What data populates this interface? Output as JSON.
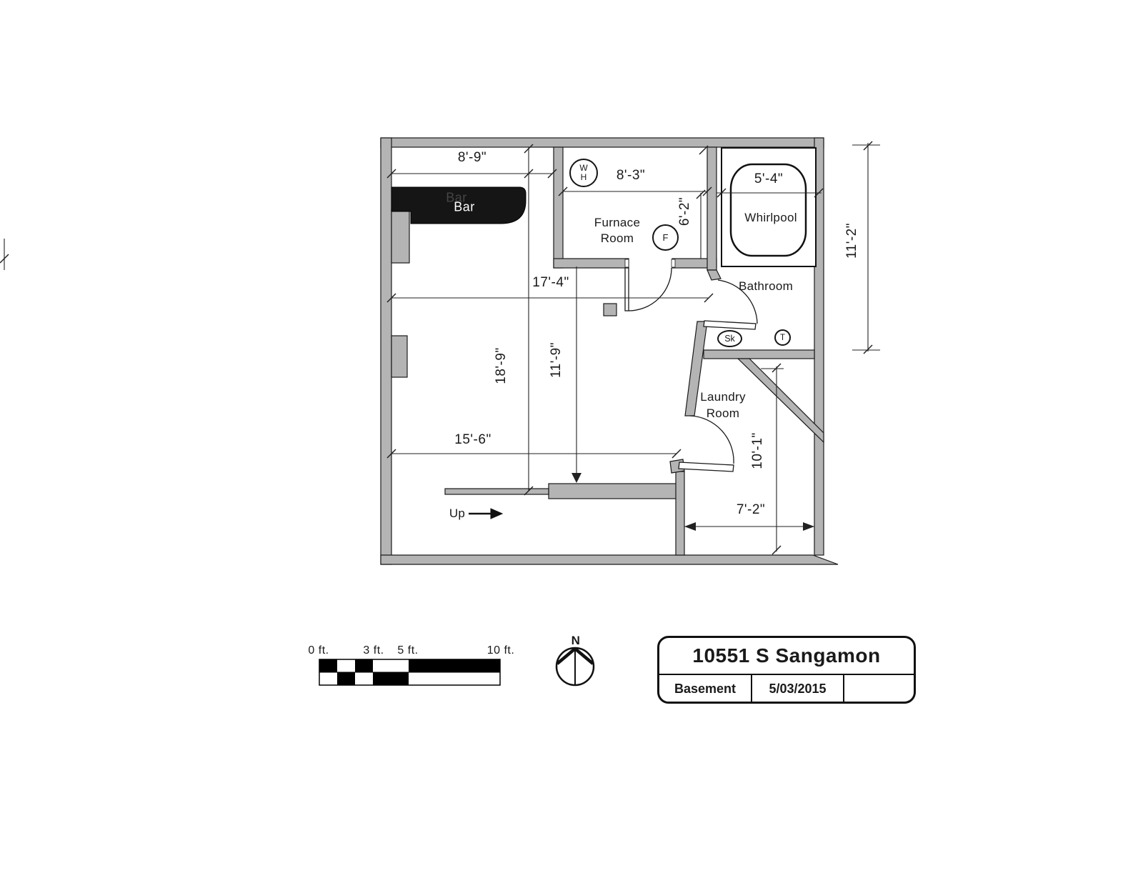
{
  "plan": {
    "rooms": {
      "bar": "Bar",
      "furnace_line1": "Furnace",
      "furnace_line2": "Room",
      "whirlpool": "Whirlpool",
      "bathroom": "Bathroom",
      "laundry_line1": "Laundry",
      "laundry_line2": "Room"
    },
    "fixtures": {
      "water_heater_line1": "W",
      "water_heater_line2": "H",
      "furnace": "F",
      "sink": "Sk",
      "toilet": "T"
    },
    "dimensions": {
      "bar_width": "8'-9\"",
      "furnace_width": "8'-3\"",
      "furnace_depth": "6'-2\"",
      "whirlpool_width": "5'-4\"",
      "right_side_height": "11'-2\"",
      "main_width": "17'-4\"",
      "main_height": "18'-9\"",
      "center_height": "11'-9\"",
      "lower_width": "15'-6\"",
      "laundry_height": "10'-1\"",
      "bottom_right_width": "7'-2\""
    },
    "stairs": {
      "up": "Up"
    }
  },
  "scale_bar": {
    "labels": [
      "0 ft.",
      "3 ft.",
      "5 ft.",
      "10 ft."
    ]
  },
  "compass": {
    "north": "N"
  },
  "title_block": {
    "address": "10551 S Sangamon",
    "level": "Basement",
    "date": "5/03/2015"
  },
  "colors": {
    "wall_fill": "#b4b4b4",
    "outline": "#1a1a1a",
    "bar_fill": "#151515"
  }
}
